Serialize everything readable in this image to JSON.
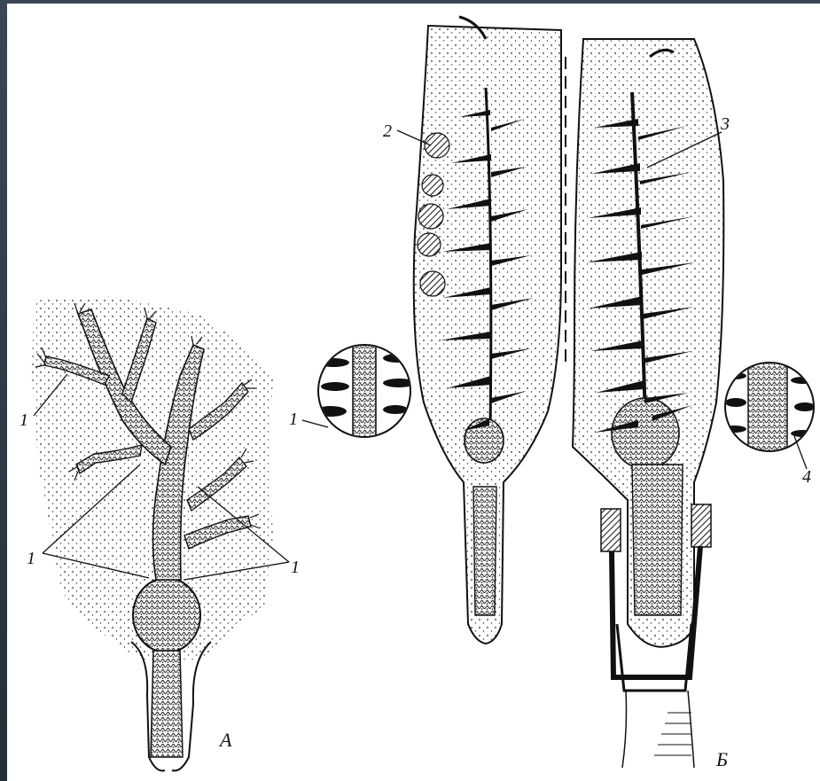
{
  "figure": {
    "panel_a_label": "А",
    "panel_b_label": "Б",
    "callouts": {
      "a_left_top": "1",
      "a_left_bottom": "1",
      "a_right_bottom": "1",
      "inset_left": "1",
      "b_group": "2",
      "b_branch": "3",
      "inset_right": "4"
    }
  },
  "colors": {
    "background": "#ffffff",
    "ink": "#111111",
    "frame": "#2f3a46"
  }
}
